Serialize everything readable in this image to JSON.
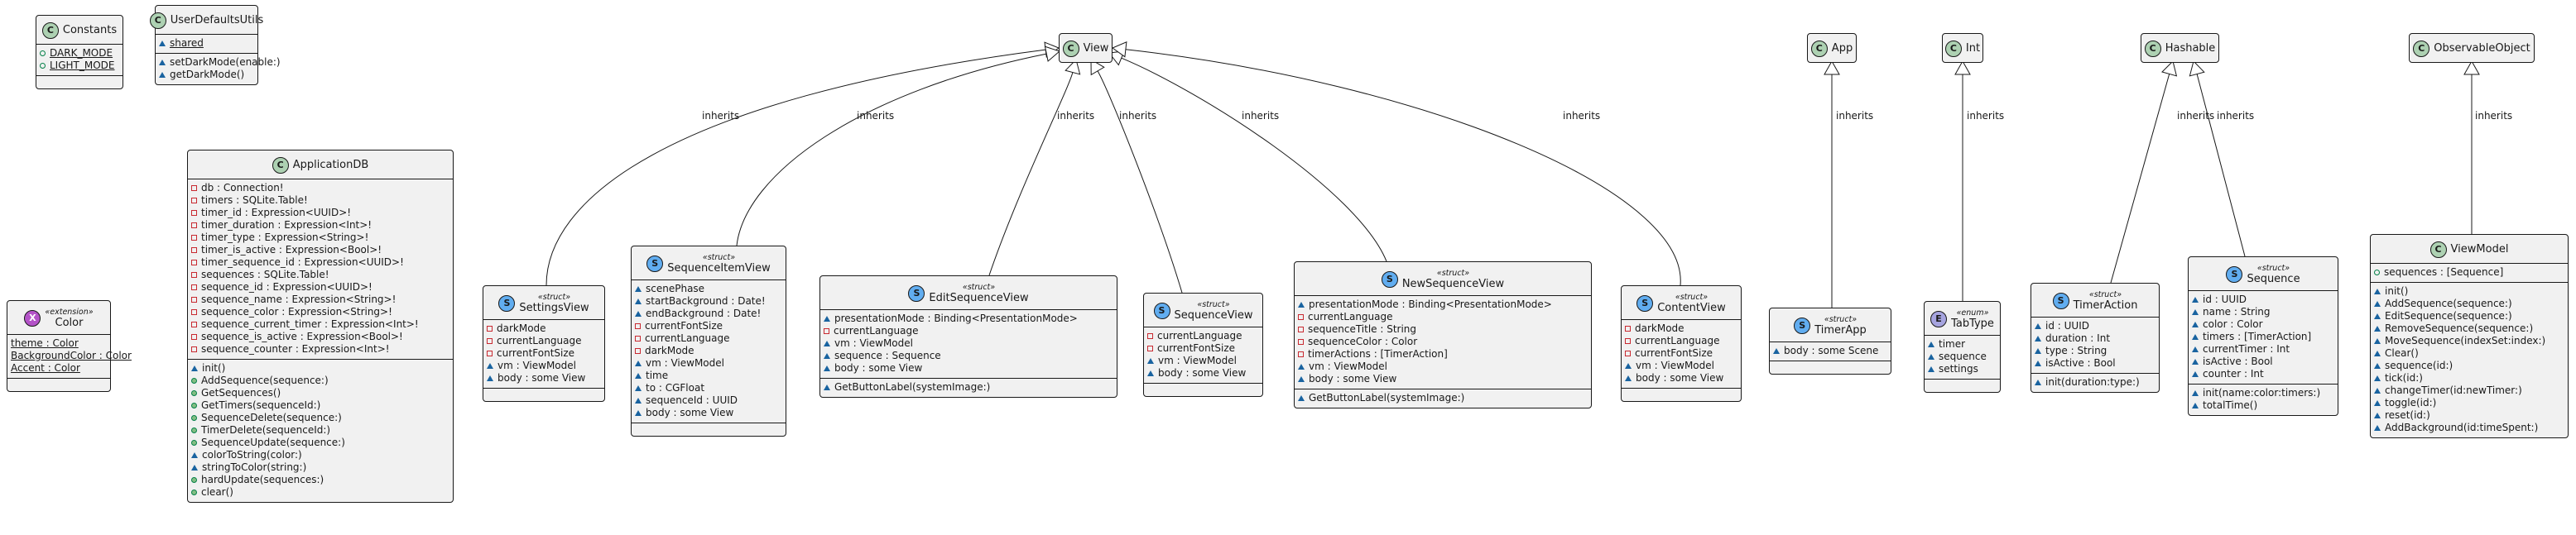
{
  "diagram": {
    "classes": {
      "constants": {
        "stereotype": "",
        "kind": "C",
        "name": "Constants",
        "fields": [
          {
            "vis": "pub",
            "static": true,
            "text": "DARK_MODE"
          },
          {
            "vis": "pub",
            "static": true,
            "text": "LIGHT_MODE"
          }
        ],
        "methods": []
      },
      "userdefaults": {
        "stereotype": "",
        "kind": "C",
        "name": "UserDefaultsUtils",
        "fields": [
          {
            "vis": "pkg",
            "static": true,
            "text": "shared"
          }
        ],
        "methods": [
          {
            "vis": "pkg",
            "text": "setDarkMode(enable:)"
          },
          {
            "vis": "pkg",
            "text": "getDarkMode()"
          }
        ]
      },
      "color": {
        "stereotype": "«extension»",
        "kind": "X",
        "name": "Color",
        "fields": [
          {
            "vis": "none",
            "static": true,
            "text": "theme : Color"
          },
          {
            "vis": "none",
            "static": true,
            "text": "BackgroundColor : Color"
          },
          {
            "vis": "none",
            "static": true,
            "text": "Accent : Color"
          }
        ],
        "methods": []
      },
      "appdb": {
        "stereotype": "",
        "kind": "C",
        "name": "ApplicationDB",
        "fields": [
          {
            "vis": "priv",
            "text": "db : Connection!"
          },
          {
            "vis": "priv",
            "text": "timers : SQLite.Table!"
          },
          {
            "vis": "priv",
            "text": "timer_id : Expression<UUID>!"
          },
          {
            "vis": "priv",
            "text": "timer_duration : Expression<Int>!"
          },
          {
            "vis": "priv",
            "text": "timer_type : Expression<String>!"
          },
          {
            "vis": "priv",
            "text": "timer_is_active : Expression<Bool>!"
          },
          {
            "vis": "priv",
            "text": "timer_sequence_id : Expression<UUID>!"
          },
          {
            "vis": "priv",
            "text": "sequences : SQLite.Table!"
          },
          {
            "vis": "priv",
            "text": "sequence_id : Expression<UUID>!"
          },
          {
            "vis": "priv",
            "text": "sequence_name : Expression<String>!"
          },
          {
            "vis": "priv",
            "text": "sequence_color : Expression<String>!"
          },
          {
            "vis": "priv",
            "text": "sequence_current_timer : Expression<Int>!"
          },
          {
            "vis": "priv",
            "text": "sequence_is_active : Expression<Bool>!"
          },
          {
            "vis": "priv",
            "text": "sequence_counter : Expression<Int>!"
          }
        ],
        "methods": [
          {
            "vis": "pkg",
            "text": "init()"
          },
          {
            "vis": "pub",
            "text": "AddSequence(sequence:)"
          },
          {
            "vis": "pub",
            "text": "GetSequences()"
          },
          {
            "vis": "pub",
            "text": "GetTimers(sequenceId:)"
          },
          {
            "vis": "pub",
            "text": "SequenceDelete(sequence:)"
          },
          {
            "vis": "pub",
            "text": "TimerDelete(sequenceId:)"
          },
          {
            "vis": "pub",
            "text": "SequenceUpdate(sequence:)"
          },
          {
            "vis": "pkg",
            "text": "colorToString(color:)"
          },
          {
            "vis": "pkg",
            "text": "stringToColor(string:)"
          },
          {
            "vis": "pub",
            "text": "hardUpdate(sequences:)"
          },
          {
            "vis": "pub",
            "text": "clear()"
          }
        ]
      },
      "settingsview": {
        "stereotype": "«struct»",
        "kind": "S",
        "name": "SettingsView",
        "fields": [
          {
            "vis": "priv",
            "text": "darkMode"
          },
          {
            "vis": "priv",
            "text": "currentLanguage"
          },
          {
            "vis": "priv",
            "text": "currentFontSize"
          },
          {
            "vis": "pkg",
            "text": "vm : ViewModel"
          },
          {
            "vis": "pkg",
            "text": "body : some View"
          }
        ],
        "methods": []
      },
      "seqitemview": {
        "stereotype": "«struct»",
        "kind": "S",
        "name": "SequenceItemView",
        "fields": [
          {
            "vis": "pkg",
            "text": "scenePhase"
          },
          {
            "vis": "pkg",
            "text": "startBackground : Date!"
          },
          {
            "vis": "pkg",
            "text": "endBackground : Date!"
          },
          {
            "vis": "priv",
            "text": "currentFontSize"
          },
          {
            "vis": "priv",
            "text": "currentLanguage"
          },
          {
            "vis": "priv",
            "text": "darkMode"
          },
          {
            "vis": "pkg",
            "text": "vm : ViewModel"
          },
          {
            "vis": "pkg",
            "text": "time"
          },
          {
            "vis": "pkg",
            "text": "to : CGFloat"
          },
          {
            "vis": "pkg",
            "text": "sequenceId : UUID"
          },
          {
            "vis": "pkg",
            "text": "body : some View"
          }
        ],
        "methods": []
      },
      "editseqview": {
        "stereotype": "«struct»",
        "kind": "S",
        "name": "EditSequenceView",
        "fields": [
          {
            "vis": "pkg",
            "text": "presentationMode : Binding<PresentationMode>"
          },
          {
            "vis": "priv",
            "text": "currentLanguage"
          },
          {
            "vis": "pkg",
            "text": "vm : ViewModel"
          },
          {
            "vis": "pkg",
            "text": "sequence : Sequence"
          },
          {
            "vis": "pkg",
            "text": "body : some View"
          }
        ],
        "methods": [
          {
            "vis": "pkg",
            "text": "GetButtonLabel(systemImage:)"
          }
        ]
      },
      "seqview": {
        "stereotype": "«struct»",
        "kind": "S",
        "name": "SequenceView",
        "fields": [
          {
            "vis": "priv",
            "text": "currentLanguage"
          },
          {
            "vis": "priv",
            "text": "currentFontSize"
          },
          {
            "vis": "pkg",
            "text": "vm : ViewModel"
          },
          {
            "vis": "pkg",
            "text": "body : some View"
          }
        ],
        "methods": []
      },
      "newseqview": {
        "stereotype": "«struct»",
        "kind": "S",
        "name": "NewSequenceView",
        "fields": [
          {
            "vis": "pkg",
            "text": "presentationMode : Binding<PresentationMode>"
          },
          {
            "vis": "priv",
            "text": "currentLanguage"
          },
          {
            "vis": "priv",
            "text": "sequenceTitle : String"
          },
          {
            "vis": "priv",
            "text": "sequenceColor : Color"
          },
          {
            "vis": "priv",
            "text": "timerActions : [TimerAction]"
          },
          {
            "vis": "pkg",
            "text": "vm : ViewModel"
          },
          {
            "vis": "pkg",
            "text": "body : some View"
          }
        ],
        "methods": [
          {
            "vis": "pkg",
            "text": "GetButtonLabel(systemImage:)"
          }
        ]
      },
      "contentview": {
        "stereotype": "«struct»",
        "kind": "S",
        "name": "ContentView",
        "fields": [
          {
            "vis": "priv",
            "text": "darkMode"
          },
          {
            "vis": "priv",
            "text": "currentLanguage"
          },
          {
            "vis": "priv",
            "text": "currentFontSize"
          },
          {
            "vis": "pkg",
            "text": "vm : ViewModel"
          },
          {
            "vis": "pkg",
            "text": "body : some View"
          }
        ],
        "methods": []
      },
      "timerapp": {
        "stereotype": "«struct»",
        "kind": "S",
        "name": "TimerApp",
        "fields": [
          {
            "vis": "pkg",
            "text": "body : some Scene"
          }
        ],
        "methods": []
      },
      "tabtype": {
        "stereotype": "«enum»",
        "kind": "E",
        "name": "TabType",
        "fields": [
          {
            "vis": "pkg",
            "text": "timer"
          },
          {
            "vis": "pkg",
            "text": "sequence"
          },
          {
            "vis": "pkg",
            "text": "settings"
          }
        ],
        "methods": []
      },
      "timeraction": {
        "stereotype": "«struct»",
        "kind": "S",
        "name": "TimerAction",
        "fields": [
          {
            "vis": "pkg",
            "text": "id : UUID"
          },
          {
            "vis": "pkg",
            "text": "duration : Int"
          },
          {
            "vis": "pkg",
            "text": "type : String"
          },
          {
            "vis": "pkg",
            "text": "isActive : Bool"
          }
        ],
        "methods": [
          {
            "vis": "pkg",
            "text": "init(duration:type:)"
          }
        ]
      },
      "sequence": {
        "stereotype": "«struct»",
        "kind": "S",
        "name": "Sequence",
        "fields": [
          {
            "vis": "pkg",
            "text": "id : UUID"
          },
          {
            "vis": "pkg",
            "text": "name : String"
          },
          {
            "vis": "pkg",
            "text": "color : Color"
          },
          {
            "vis": "pkg",
            "text": "timers : [TimerAction]"
          },
          {
            "vis": "pkg",
            "text": "currentTimer : Int"
          },
          {
            "vis": "pkg",
            "text": "isActive : Bool"
          },
          {
            "vis": "pkg",
            "text": "counter : Int"
          }
        ],
        "methods": [
          {
            "vis": "pkg",
            "text": "init(name:color:timers:)"
          },
          {
            "vis": "pkg",
            "text": "totalTime()"
          }
        ]
      },
      "viewmodel": {
        "stereotype": "",
        "kind": "C",
        "name": "ViewModel",
        "fields": [
          {
            "vis": "pub",
            "text": "sequences : [Sequence]"
          }
        ],
        "methods": [
          {
            "vis": "pkg",
            "text": "init()"
          },
          {
            "vis": "pkg",
            "text": "AddSequence(sequence:)"
          },
          {
            "vis": "pkg",
            "text": "EditSequence(sequence:)"
          },
          {
            "vis": "pkg",
            "text": "RemoveSequence(sequence:)"
          },
          {
            "vis": "pkg",
            "text": "MoveSequence(indexSet:index:)"
          },
          {
            "vis": "pkg",
            "text": "Clear()"
          },
          {
            "vis": "pkg",
            "text": "sequence(id:)"
          },
          {
            "vis": "pkg",
            "text": "tick(id:)"
          },
          {
            "vis": "pkg",
            "text": "changeTimer(id:newTimer:)"
          },
          {
            "vis": "pkg",
            "text": "toggle(id:)"
          },
          {
            "vis": "pkg",
            "text": "reset(id:)"
          },
          {
            "vis": "pkg",
            "text": "AddBackground(id:timeSpent:)"
          }
        ]
      },
      "view": {
        "stereotype": "",
        "kind": "C",
        "name": "View",
        "fields": [],
        "methods": []
      },
      "app": {
        "stereotype": "",
        "kind": "C",
        "name": "App",
        "fields": [],
        "methods": []
      },
      "int": {
        "stereotype": "",
        "kind": "C",
        "name": "Int",
        "fields": [],
        "methods": []
      },
      "hashable": {
        "stereotype": "",
        "kind": "C",
        "name": "Hashable",
        "fields": [],
        "methods": []
      },
      "observableobject": {
        "stereotype": "",
        "kind": "C",
        "name": "ObservableObject",
        "fields": [],
        "methods": []
      }
    },
    "relations": [
      {
        "from": "settingsview",
        "to": "view",
        "label": "inherits"
      },
      {
        "from": "seqitemview",
        "to": "view",
        "label": "inherits"
      },
      {
        "from": "editseqview",
        "to": "view",
        "label": "inherits"
      },
      {
        "from": "seqview",
        "to": "view",
        "label": "inherits"
      },
      {
        "from": "newseqview",
        "to": "view",
        "label": "inherits"
      },
      {
        "from": "contentview",
        "to": "view",
        "label": "inherits"
      },
      {
        "from": "timerapp",
        "to": "app",
        "label": "inherits"
      },
      {
        "from": "tabtype",
        "to": "int",
        "label": "inherits"
      },
      {
        "from": "timeraction",
        "to": "hashable",
        "label": "inherits"
      },
      {
        "from": "sequence",
        "to": "hashable",
        "label": "inherits"
      },
      {
        "from": "viewmodel",
        "to": "observableobject",
        "label": "inherits"
      }
    ]
  }
}
